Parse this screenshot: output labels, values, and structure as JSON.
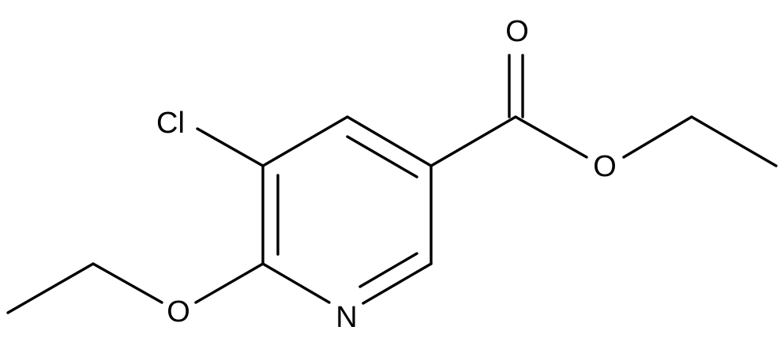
{
  "molecule": {
    "atoms": {
      "cl": "Cl",
      "n": "N",
      "o_carbonyl": "O",
      "o_ester": "O",
      "o_ether": "O"
    },
    "colors": {
      "bond": "#000000",
      "label": "#000000",
      "background": "#ffffff"
    }
  }
}
